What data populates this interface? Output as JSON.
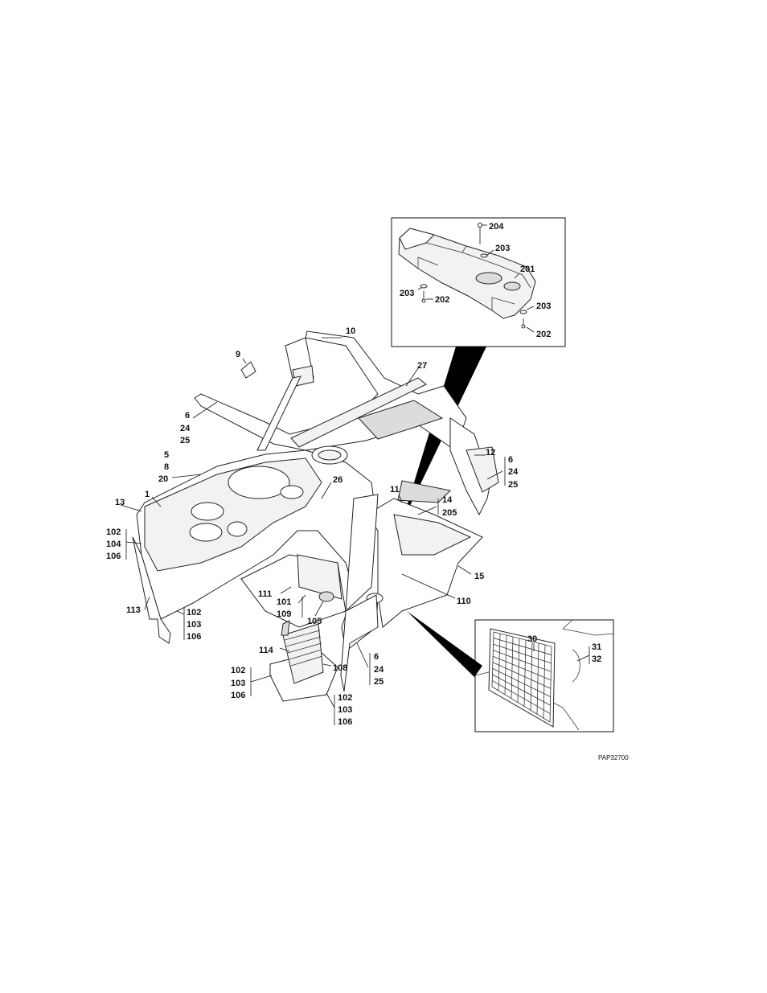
{
  "diagram_code": "PAP32700",
  "inset_top": {
    "labels": [
      "204",
      "203",
      "201",
      "203",
      "202",
      "203",
      "202"
    ]
  },
  "inset_bottom": {
    "labels": [
      "30",
      "31",
      "32"
    ]
  },
  "main": {
    "labels": [
      "10",
      "9",
      "27",
      "6",
      "24",
      "25",
      "5",
      "8",
      "20",
      "12",
      "6",
      "24",
      "25",
      "26",
      "1",
      "13",
      "11",
      "14",
      "205",
      "102",
      "104",
      "106",
      "15",
      "110",
      "111",
      "101",
      "109",
      "105",
      "113",
      "102",
      "103",
      "106",
      "114",
      "108",
      "6",
      "24",
      "25",
      "102",
      "103",
      "106",
      "102",
      "103",
      "106"
    ]
  }
}
